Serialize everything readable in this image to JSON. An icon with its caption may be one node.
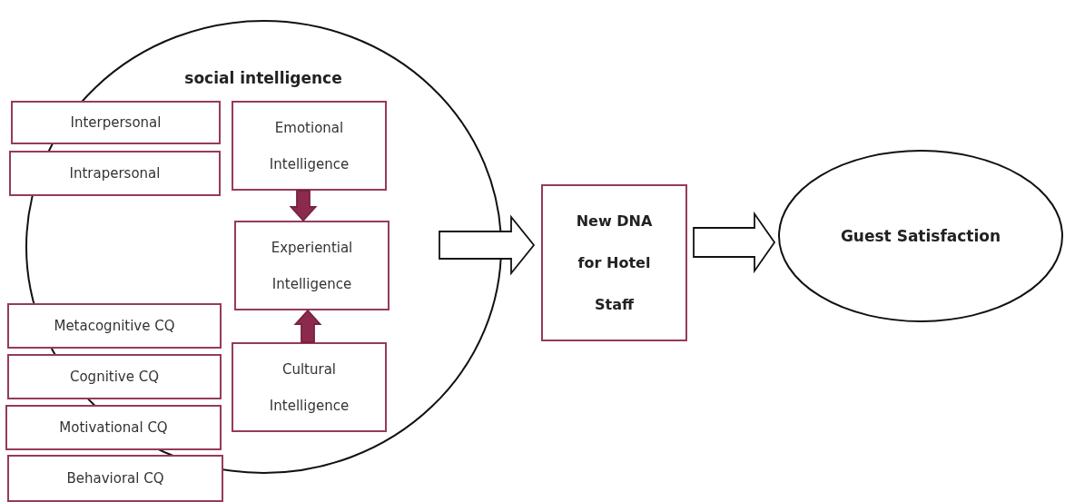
{
  "diagram": {
    "nodes": [
      {
        "text": [
          "social intelligence"
        ]
      },
      {
        "text": [
          "Interpersonal"
        ]
      },
      {
        "text": [
          "Intrapersonal"
        ]
      },
      {
        "text": [
          "Emotional Intelligence"
        ],
        "in": 0
      },
      {
        "text": [
          "Experiential Intelligence"
        ],
        "in": 0
      },
      {
        "text": [
          "Cultural Intelligence"
        ],
        "in": 0
      },
      {
        "text": [
          "Metacognitive CQ"
        ]
      },
      {
        "text": [
          "Cognitive CQ"
        ]
      },
      {
        "text": [
          "Motivational CQ"
        ]
      },
      {
        "text": [
          "Behavioral CQ"
        ]
      },
      {
        "text": [
          "New DNA for Hotel Staff"
        ]
      },
      {
        "text": [
          "Guest Satisfaction"
        ]
      }
    ],
    "edges": [
      {
        "from": 3,
        "to": 4,
        "arrow": "to",
        "color": "#8c2a4e"
      },
      {
        "from": 5,
        "to": 4,
        "arrow": "to",
        "color": "#8c2a4e"
      },
      {
        "from": 0,
        "to": 10,
        "arrow": "to"
      },
      {
        "from": 10,
        "to": 11,
        "arrow": "to"
      }
    ]
  }
}
